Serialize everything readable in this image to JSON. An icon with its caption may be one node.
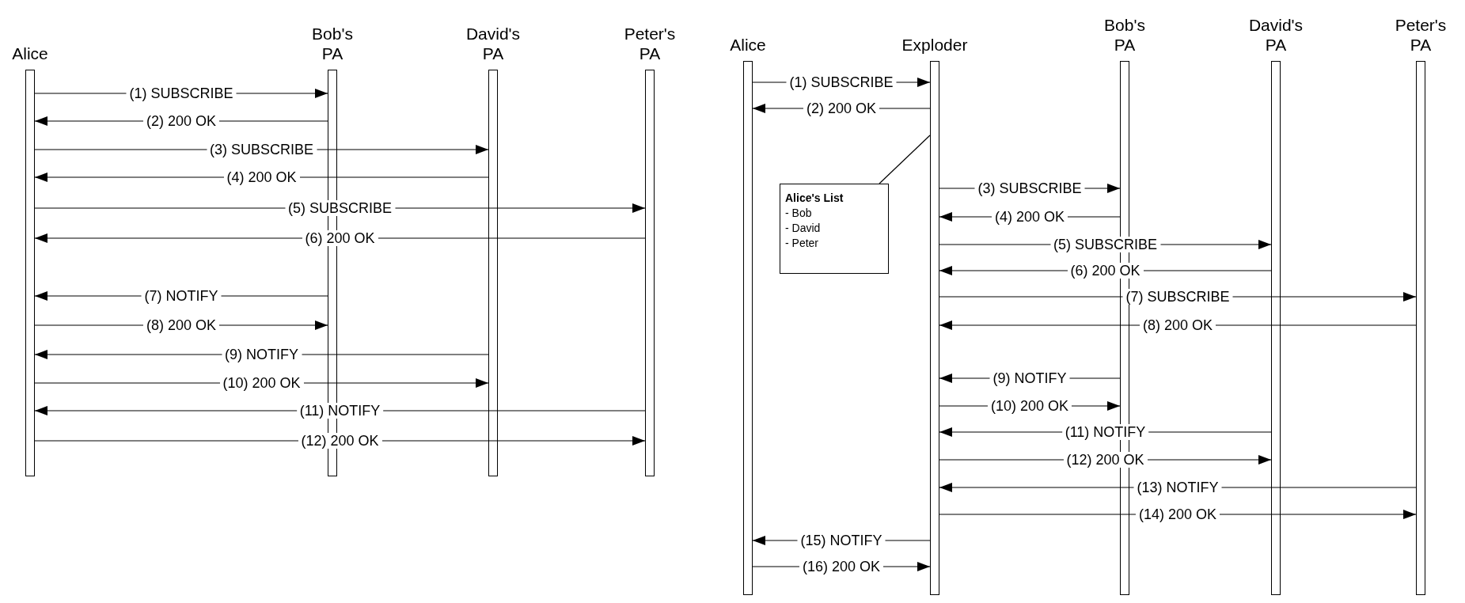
{
  "diagram": {
    "nodes": [
      {
        "text": [
          "Alice"
        ]
      },
      {
        "text": [
          "Bob's PA"
        ]
      },
      {
        "text": [
          "David's PA"
        ]
      },
      {
        "text": [
          "Peter's PA"
        ]
      },
      {
        "text": [
          "Alice"
        ]
      },
      {
        "text": [
          "Exploder"
        ]
      },
      {
        "text": [
          "Bob's PA"
        ]
      },
      {
        "text": [
          "David's PA"
        ]
      },
      {
        "text": [
          "Peter's PA"
        ]
      },
      {
        "text": [
          "Alice's List",
          "- Bob",
          "- David",
          "- Peter"
        ]
      }
    ],
    "edges": [
      {
        "from": 0,
        "to": 1,
        "arrow": "to",
        "label": "(1) SUBSCRIBE"
      },
      {
        "from": 1,
        "to": 0,
        "arrow": "to",
        "label": "(2) 200 OK"
      },
      {
        "from": 0,
        "to": 2,
        "arrow": "to",
        "label": "(3) SUBSCRIBE"
      },
      {
        "from": 2,
        "to": 0,
        "arrow": "to",
        "label": "(4) 200 OK"
      },
      {
        "from": 0,
        "to": 3,
        "arrow": "to",
        "label": "(5) SUBSCRIBE"
      },
      {
        "from": 3,
        "to": 0,
        "arrow": "to",
        "label": "(6) 200 OK"
      },
      {
        "from": 1,
        "to": 0,
        "arrow": "to",
        "label": "(7) NOTIFY"
      },
      {
        "from": 0,
        "to": 1,
        "arrow": "to",
        "label": "(8) 200 OK"
      },
      {
        "from": 2,
        "to": 0,
        "arrow": "to",
        "label": "(9) NOTIFY"
      },
      {
        "from": 0,
        "to": 2,
        "arrow": "to",
        "label": "(10) 200 OK"
      },
      {
        "from": 3,
        "to": 0,
        "arrow": "to",
        "label": "(11) NOTIFY"
      },
      {
        "from": 0,
        "to": 3,
        "arrow": "to",
        "label": "(12) 200 OK"
      },
      {
        "from": 4,
        "to": 5,
        "arrow": "to",
        "label": "(1) SUBSCRIBE"
      },
      {
        "from": 5,
        "to": 4,
        "arrow": "to",
        "label": "(2) 200 OK"
      },
      {
        "from": 5,
        "to": 6,
        "arrow": "to",
        "label": "(3) SUBSCRIBE"
      },
      {
        "from": 6,
        "to": 5,
        "arrow": "to",
        "label": "(4) 200 OK"
      },
      {
        "from": 5,
        "to": 7,
        "arrow": "to",
        "label": "(5) SUBSCRIBE"
      },
      {
        "from": 7,
        "to": 5,
        "arrow": "to",
        "label": "(6) 200 OK"
      },
      {
        "from": 5,
        "to": 8,
        "arrow": "to",
        "label": "(7) SUBSCRIBE"
      },
      {
        "from": 8,
        "to": 5,
        "arrow": "to",
        "label": "(8) 200 OK"
      },
      {
        "from": 6,
        "to": 5,
        "arrow": "to",
        "label": "(9) NOTIFY"
      },
      {
        "from": 5,
        "to": 6,
        "arrow": "to",
        "label": "(10) 200 OK"
      },
      {
        "from": 7,
        "to": 5,
        "arrow": "to",
        "label": "(11) NOTIFY"
      },
      {
        "from": 5,
        "to": 7,
        "arrow": "to",
        "label": "(12) 200 OK"
      },
      {
        "from": 8,
        "to": 5,
        "arrow": "to",
        "label": "(13) NOTIFY"
      },
      {
        "from": 5,
        "to": 8,
        "arrow": "to",
        "label": "(14) 200 OK"
      },
      {
        "from": 5,
        "to": 4,
        "arrow": "to",
        "label": "(15) NOTIFY"
      },
      {
        "from": 4,
        "to": 5,
        "arrow": "to",
        "label": "(16) 200 OK"
      },
      {
        "from": 9,
        "to": 5,
        "arrow": "none"
      }
    ]
  }
}
